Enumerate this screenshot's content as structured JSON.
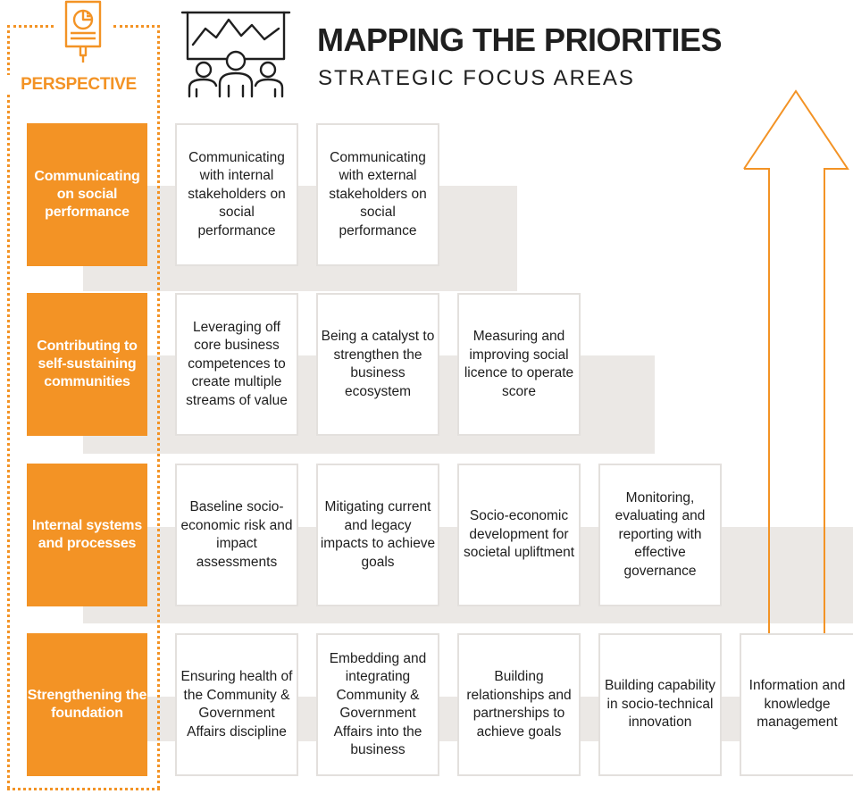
{
  "header": {
    "title": "MAPPING THE PRIORITIES",
    "subtitle": "STRATEGIC FOCUS AREAS",
    "icons": [
      "report-icon",
      "presentation-group-icon"
    ]
  },
  "perspective": {
    "label": "PERSPECTIVE",
    "levels": [
      "Communicating on social performance",
      "Contributing to self-sustaining communities",
      "Internal systems and processes",
      "Strengthening the foundation"
    ]
  },
  "rows": [
    {
      "cards": [
        "Communicating with internal stakeholders on social performance",
        "Communicating with external stakeholders on social performance"
      ]
    },
    {
      "cards": [
        "Leveraging off core business competences to create multiple streams of value",
        "Being a catalyst to strengthen the business ecosystem",
        "Measuring and improving social licence to operate score"
      ]
    },
    {
      "cards": [
        "Baseline socio-economic risk and impact assessments",
        "Mitigating current and legacy impacts to achieve goals",
        "Socio-economic development for societal upliftment",
        "Monitoring, evaluating and reporting with effective governance"
      ]
    },
    {
      "cards": [
        "Ensuring health of the Community & Government Affairs discipline",
        "Embedding and integrating Community & Government Affairs into the business",
        "Building relationships and partnerships to achieve goals",
        "Building capability in socio-technical innovation",
        "Information and knowledge management"
      ]
    }
  ],
  "colors": {
    "accent": "#f39325",
    "band": "#ebe8e5",
    "card_border": "#e3e0dd",
    "text": "#1f1f1f"
  }
}
